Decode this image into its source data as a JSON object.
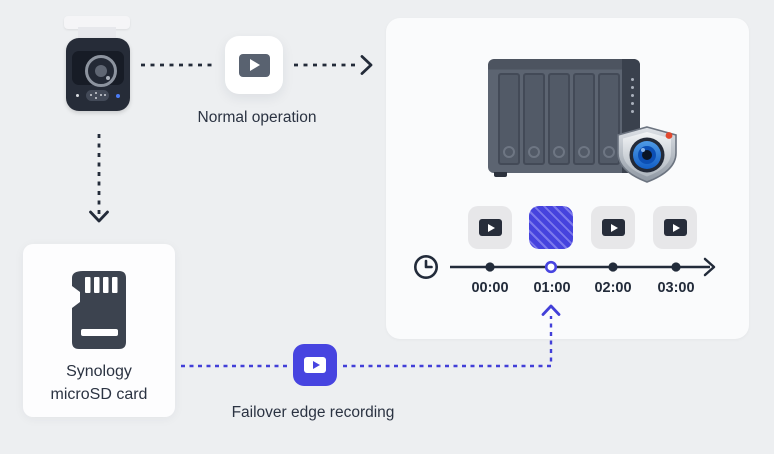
{
  "diagram_title": "Synology camera failover edge recording diagram",
  "labels": {
    "normal_operation": "Normal operation",
    "failover": "Failover edge recording",
    "sd_line1": "Synology",
    "sd_line2": "microSD card"
  },
  "timeline": {
    "ticks": [
      "00:00",
      "01:00",
      "02:00",
      "03:00"
    ],
    "missing_slot_index": 1,
    "recorded_slots": [
      0,
      2,
      3
    ]
  },
  "icons": {
    "camera": "ip-camera-icon",
    "nas": "nas-icon",
    "surveillance_shield": "surveillance-shield-icon",
    "play": "play-icon",
    "clock": "clock-icon",
    "microsd": "microsd-card-icon"
  },
  "colors": {
    "accent_indigo": "#4744e0",
    "hatch_light": "#7b78ec",
    "dark_navy": "#222b3a",
    "background": "#edeff1",
    "panel": "#fafbfc",
    "tile_gray": "#e7e7e9",
    "nas_body": "#5c6471",
    "lens_blue": "#1a6fd4",
    "alert_red": "#e2492f"
  }
}
